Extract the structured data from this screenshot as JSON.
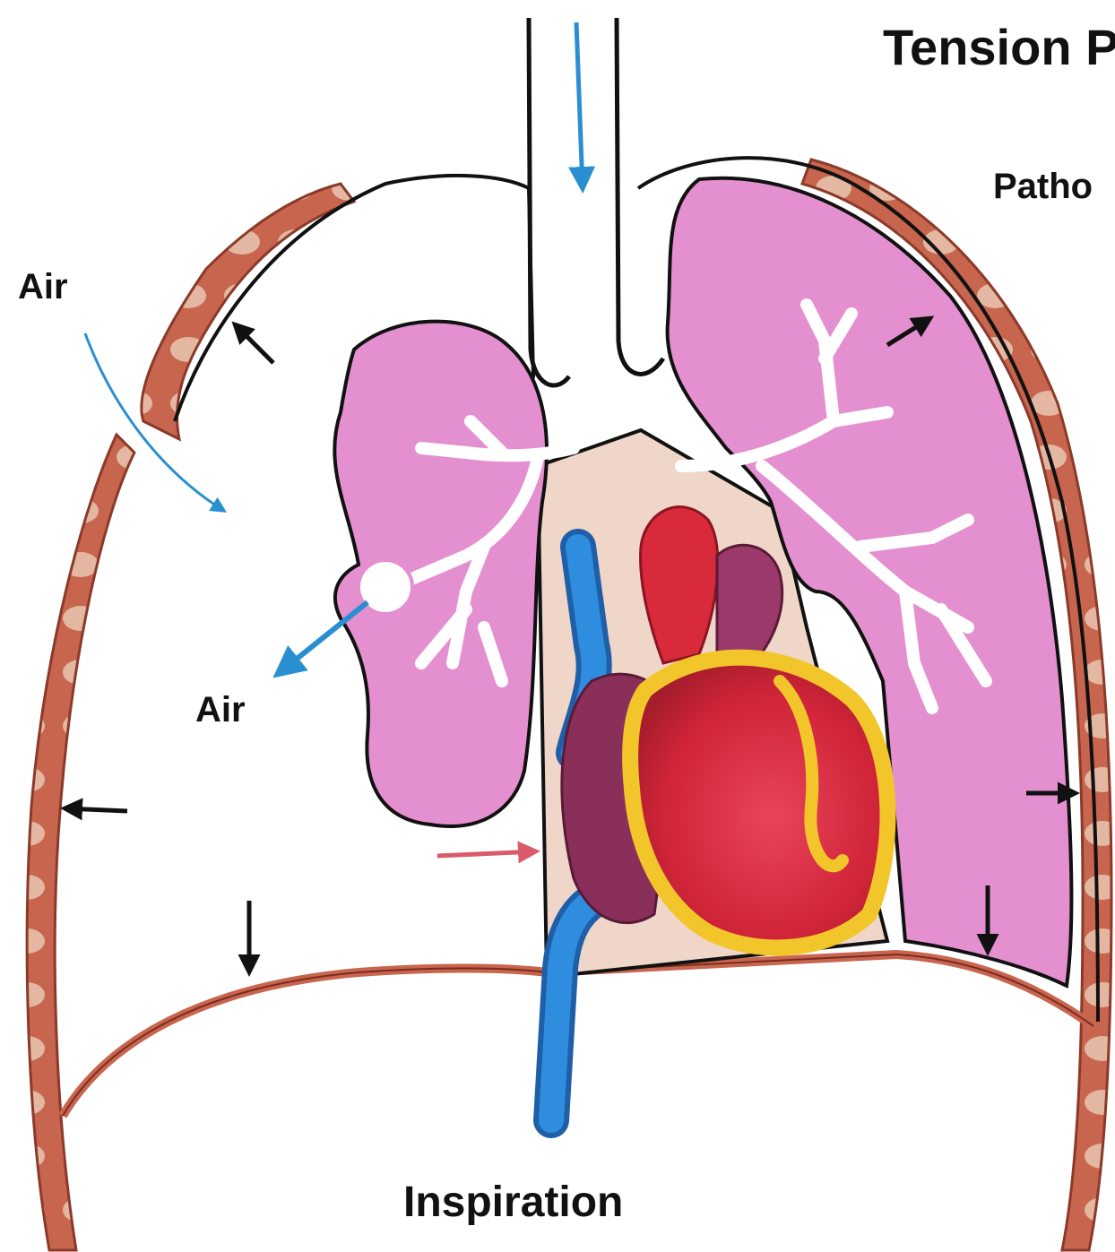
{
  "title": "Tension P",
  "subtitle": "Patho",
  "labels": {
    "air_external": "Air",
    "air_internal": "Air",
    "phase": "Inspiration"
  },
  "colors": {
    "lung": "#e48fcf",
    "lung_dark": "#cf6fb9",
    "chest_wall": "#c8654e",
    "chest_wall_light": "#e3b7a1",
    "mediastinum": "#efd6c8",
    "vein": "#2f8de0",
    "heart_red": "#d82a3a",
    "heart_yellow": "#f2c62b",
    "heart_purple": "#8a2f5a",
    "air_arrow": "#2a8fd0",
    "pressure_arrow": "#111111",
    "flow_arrow": "#d95a6a"
  }
}
